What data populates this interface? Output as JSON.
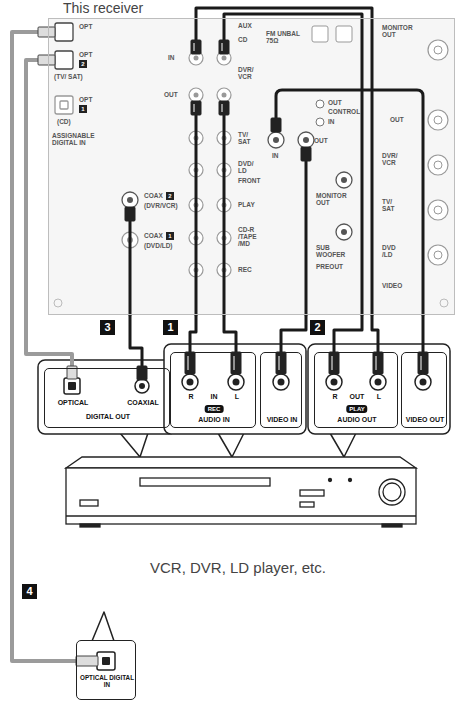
{
  "diagram": {
    "nodes": [
      {
        "text": [
          "This receiver"
        ]
      },
      {
        "text": [
          "OPTICAL",
          "COAXIAL",
          "DIGITAL OUT"
        ]
      },
      {
        "text": [
          "R",
          "IN",
          "L",
          "REC",
          "AUDIO IN"
        ]
      },
      {
        "text": [
          "VIDEO IN"
        ]
      },
      {
        "text": [
          "R",
          "OUT",
          "L",
          "PLAY",
          "AUDIO OUT"
        ]
      },
      {
        "text": [
          "VIDEO OUT"
        ]
      },
      {
        "text": [
          "OPTICAL DIGITAL IN"
        ]
      }
    ],
    "edges": [
      {
        "from": 0,
        "to": 2,
        "arrow": "none"
      },
      {
        "from": 0,
        "to": 2,
        "arrow": "none"
      },
      {
        "from": 0,
        "to": 3,
        "arrow": "none"
      },
      {
        "from": 0,
        "to": 4,
        "arrow": "none"
      },
      {
        "from": 0,
        "to": 4,
        "arrow": "none"
      },
      {
        "from": 0,
        "to": 5,
        "arrow": "none"
      },
      {
        "from": 0,
        "to": 1,
        "arrow": "none"
      },
      {
        "from": 0,
        "to": 1,
        "arrow": "none"
      },
      {
        "from": 0,
        "to": 6,
        "arrow": "none"
      }
    ],
    "labels": [
      "OPT",
      "OPT",
      "2",
      "(TV/ SAT)",
      "OPT",
      "1",
      "(CD)",
      "ASSIGNABLE DIGITAL IN",
      "COAX",
      "2",
      "(DVR/VCR)",
      "COAX",
      "1",
      "(DVD/LD)",
      "AUX",
      "CD",
      "IN",
      "DVR/ VCR",
      "OUT",
      "TV/ SAT",
      "DVD/ LD",
      "FRONT",
      "PLAY",
      "CD-R /TAPE /MD",
      "REC",
      "FM UNBAL 75Ω",
      "OUT",
      "CONTROL",
      "IN",
      "IN",
      "OUT",
      "MONITOR OUT",
      "SUB WOOFER",
      "PREOUT",
      "MONITOR OUT",
      "OUT",
      "DVR/ VCR",
      "TV/ SAT",
      "DVD /LD",
      "VIDEO",
      "3",
      "1",
      "2",
      "VCR, DVR, LD player, etc.",
      "4"
    ]
  }
}
